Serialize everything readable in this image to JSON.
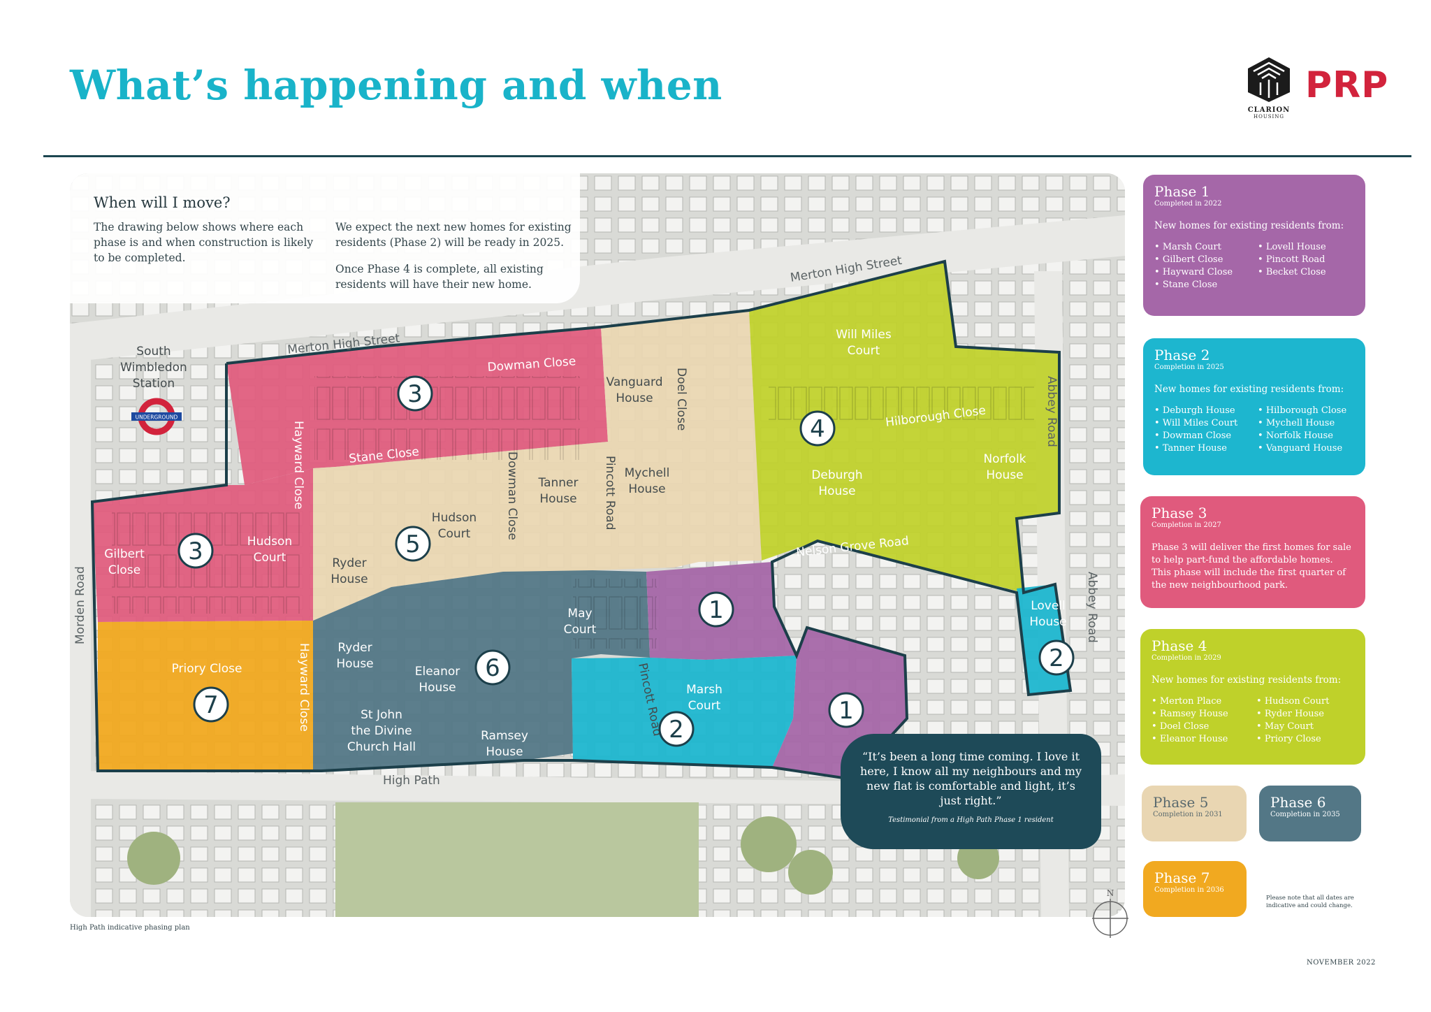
{
  "title": "What’s happening and when",
  "logos": {
    "clarion_name": "CLARION",
    "clarion_sub": "HOUSING",
    "prp": "PRP"
  },
  "info": {
    "heading": "When will I move?",
    "col1": "The drawing below shows where each phase is and when construction is likely to be completed.",
    "col2_p1": "We expect the next new homes for existing residents (Phase 2) will be ready in 2025.",
    "col2_p2": "Once Phase 4 is complete, all existing residents will have their new home."
  },
  "colors": {
    "phase1": "#a567a8",
    "phase2": "#1db6cf",
    "phase3": "#e05a7d",
    "phase4": "#bfd12a",
    "phase5": "#e9d6b2",
    "phase6": "#537786",
    "phase7": "#f1a920",
    "accent_title": "#19b3c9",
    "boundary": "#1c3f4a",
    "quote_bg": "#1e4a58"
  },
  "map": {
    "streets": {
      "merton_high_street_a": "Merton High Street",
      "merton_high_street_b": "Merton High Street",
      "abbey_road_a": "Abbey Road",
      "abbey_road_b": "Abbey Road",
      "morden_road": "Morden Road",
      "high_path": "High Path",
      "nelson_grove_road": "Nelson Grove Road",
      "hayward_close_a": "Hayward Close",
      "hayward_close_b": "Hayward Close",
      "stane_close": "Stane Close",
      "dowman_close_a": "Dowman Close",
      "dowman_close_b": "Dowman Close",
      "doel_close": "Doel Close",
      "pincott_road_a": "Pincott Road",
      "pincott_road_b": "Pincott Road",
      "hilborough_close": "Hilborough Close"
    },
    "station": {
      "line1": "South",
      "line2": "Wimbledon",
      "line3": "Station",
      "roundel": "UNDERGROUND"
    },
    "places": {
      "will_miles_court": [
        "Will Miles",
        "Court"
      ],
      "vanguard_house": [
        "Vanguard",
        "House"
      ],
      "tanner_house": [
        "Tanner",
        "House"
      ],
      "mychell_house": [
        "Mychell",
        "House"
      ],
      "hudson_court_5": [
        "Hudson",
        "Court"
      ],
      "ryder_house_5": [
        "Ryder",
        "House"
      ],
      "gilbert_close": [
        "Gilbert",
        "Close"
      ],
      "hudson_court_3": [
        "Hudson",
        "Court"
      ],
      "deburgh_house": [
        "Deburgh",
        "House"
      ],
      "norfolk_house": [
        "Norfolk",
        "House"
      ],
      "may_court": [
        "May",
        "Court"
      ],
      "ryder_house_6": [
        "Ryder",
        "House"
      ],
      "eleanor_house": [
        "Eleanor",
        "House"
      ],
      "st_john": [
        "St John",
        "the Divine",
        "Church Hall"
      ],
      "ramsey_house": [
        "Ramsey",
        "House"
      ],
      "priory_close": [
        "Priory Close"
      ],
      "marsh_court": [
        "Marsh",
        "Court"
      ],
      "lovell_house": [
        "Lovell",
        "House"
      ]
    },
    "badges": [
      "3",
      "3",
      "5",
      "4",
      "6",
      "1",
      "1",
      "2",
      "2",
      "7"
    ],
    "compass": "N"
  },
  "quote": {
    "text": "“It’s been a long time coming. I love it here, I know all my neighbours and my new flat is comfortable and light, it’s just right.”",
    "cite": "Testimonial from a High Path Phase 1 resident"
  },
  "caption": "High Path indicative phasing plan",
  "date_stamp": "NOVEMBER 2022",
  "disclaimer": "Please note that all dates are indicative and could change.",
  "phases": {
    "p1": {
      "name": "Phase 1",
      "completion": "Completed in 2022",
      "intro": "New homes for existing residents from:",
      "items": [
        "Marsh Court",
        "Lovell House",
        "Gilbert Close",
        "Pincott Road",
        "Hayward Close",
        "Becket Close",
        "Stane Close"
      ]
    },
    "p2": {
      "name": "Phase 2",
      "completion": "Completion in 2025",
      "intro": "New homes for existing residents from:",
      "items": [
        "Deburgh House",
        "Hilborough Close",
        "Will Miles Court",
        "Mychell House",
        "Dowman Close",
        "Norfolk House",
        "Tanner House",
        "Vanguard House"
      ]
    },
    "p3": {
      "name": "Phase 3",
      "completion": "Completion in 2027",
      "note": "Phase 3 will deliver the first homes for sale to help part-fund the affordable homes.  This phase will include the first quarter of the new neighbourhood park."
    },
    "p4": {
      "name": "Phase 4",
      "completion": "Completion in 2029",
      "intro": "New homes for existing residents from:",
      "items": [
        "Merton Place",
        "Hudson Court",
        "Ramsey House",
        "Ryder House",
        "Doel Close",
        "May Court",
        "Eleanor House",
        "Priory Close"
      ]
    },
    "p5": {
      "name": "Phase 5",
      "completion": "Completion in 2031"
    },
    "p6": {
      "name": "Phase 6",
      "completion": "Completion in 2035"
    },
    "p7": {
      "name": "Phase 7",
      "completion": "Completion in 2036"
    }
  }
}
